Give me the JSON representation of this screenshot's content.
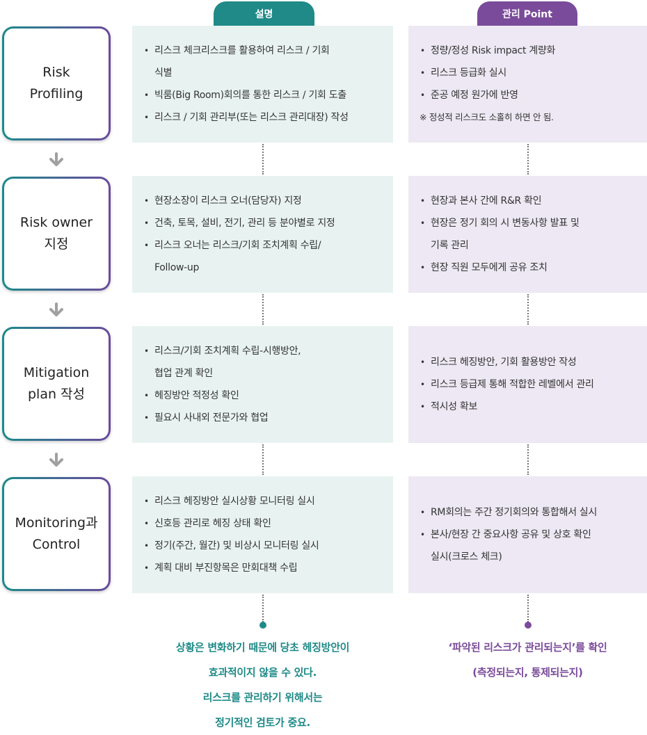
{
  "headers": {
    "description": "설명",
    "management": "관리 Point"
  },
  "stages": [
    {
      "title_lines": [
        "Risk",
        "Profiling"
      ],
      "description": [
        "리스크 체크리스크를 활용하여 리스크 / 기회",
        "식별",
        "빅룸(Big Room)회의를 통한 리스크 / 기회 도출",
        "리스크 / 기회 관리부(또는 리스크 관리대장) 작성"
      ],
      "management": [
        "정량/정성 Risk impact 계량화",
        "리스크 등급화 실시",
        "준공 예정 원가에 반영"
      ],
      "management_note": "※ 정성적 리스크도 소홀히 하면 안 됨."
    },
    {
      "title_lines": [
        "Risk owner",
        "지정"
      ],
      "description": [
        "현장소장이 리스크 오너(담당자) 지정",
        "건축, 토목, 설비, 전기, 관리 등 분야별로 지정",
        "리스크 오너는 리스크/기회 조치계획 수립/",
        "Follow-up"
      ],
      "management": [
        "현장과 본사 간에 R&R 확인",
        "현장은 정기 회의 시 변동사항 발표 및",
        "기록 관리",
        "현장 직원 모두에게 공유 조치"
      ]
    },
    {
      "title_lines": [
        "Mitigation",
        "plan 작성"
      ],
      "description": [
        "리스크/기회 조치계획 수립-시행방안,",
        "협업 관계 확인",
        "헤징방안 적정성 확인",
        "필요시 사내외 전문가와 협업"
      ],
      "management": [
        "리스크 헤징방안, 기회 활용방안 작성",
        "리스크 등급제 통해 적합한 레벨에서 관리",
        "적시성 확보"
      ]
    },
    {
      "title_lines": [
        "Monitoring과",
        "Control"
      ],
      "description": [
        "리스크 헤징방안 실시상황 모니터링 실시",
        "신호등 관리로 헤징 상태 확인",
        "정기(주간, 월간) 및 비상시 모니터링 실시",
        "계획 대비 부진항목은 만회대책 수립"
      ],
      "management": [
        "RM회의는 주간 정기회의와 통합해서 실시",
        "본사/현장 간 중요사항 공유 및 상호 확인",
        "실시(크로스 체크)"
      ]
    }
  ],
  "conclusions": {
    "description": [
      "상황은 변화하기 때문에 당초 헤징방안이",
      "효과적이지 않을 수 있다.",
      "리스크를 관리하기 위해서는",
      "정기적인 검토가 중요."
    ],
    "management": [
      "‘파악된 리스크가 관리되는지’를 확인",
      "(측정되는지, 통제되는지)"
    ]
  },
  "colors": {
    "teal": "#1f8a88",
    "purple": "#7a4b9a",
    "desc_bg": "#e8f3f1",
    "mgmt_bg": "#ede8f3",
    "arrow": "#a0a0a0"
  },
  "icons": {
    "arrow": "arrow-down-icon",
    "bullet": "bullet-icon",
    "dot": "dot-icon"
  }
}
